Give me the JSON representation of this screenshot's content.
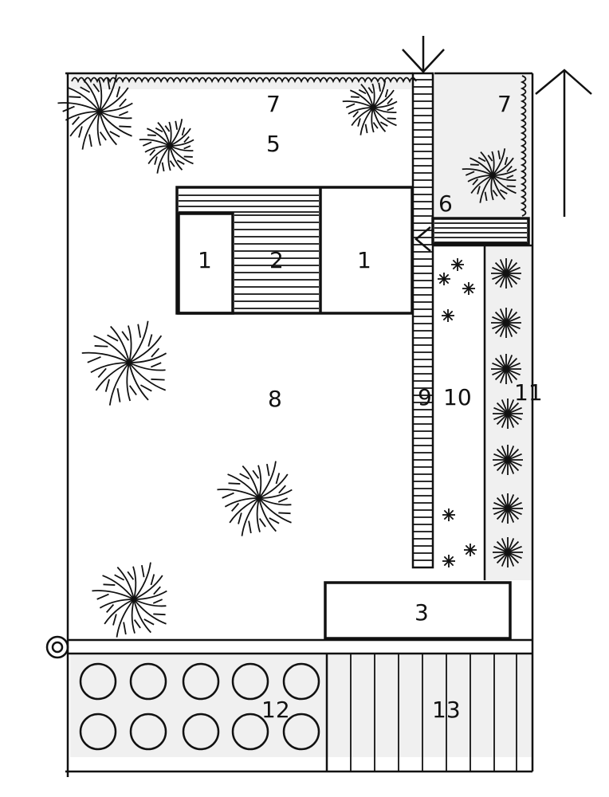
{
  "labels": {
    "house_room_left": "1",
    "house_center": "2",
    "house_room_right": "1",
    "shed": "3",
    "front_garden": "5",
    "terrace": "6",
    "hedge_left": "7",
    "hedge_right": "7",
    "lawn": "8",
    "path": "9",
    "flower_bed_inner": "10",
    "flower_bed_outer": "11",
    "vegetable_beds": "12",
    "vegetable_rows": "13"
  },
  "colors": {
    "ink": "#111111",
    "paper": "#ffffff",
    "shade": "#f0f0f0"
  },
  "icons": [
    "north-arrow-icon",
    "entrance-arrow-icon",
    "tree-icon",
    "star-shrub-icon",
    "well-icon"
  ]
}
